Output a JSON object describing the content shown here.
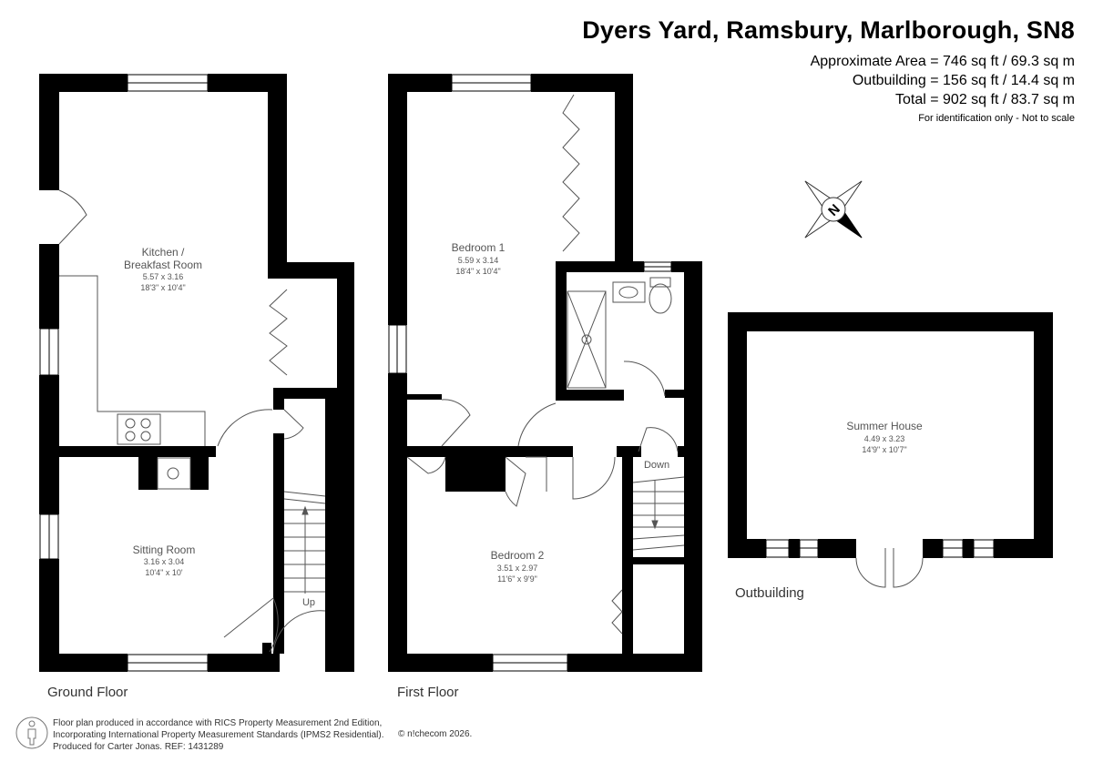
{
  "header": {
    "title": "Dyers Yard, Ramsbury, Marlborough, SN8",
    "area_main": "Approximate Area = 746 sq ft / 69.3 sq m",
    "area_outbuilding": "Outbuilding = 156 sq ft / 14.4 sq m",
    "area_total": "Total = 902 sq ft / 83.7 sq m",
    "note": "For identification only - Not to scale"
  },
  "floors": {
    "ground": "Ground Floor",
    "first": "First Floor",
    "outbuilding": "Outbuilding"
  },
  "rooms": {
    "kitchen": {
      "name1": "Kitchen /",
      "name2": "Breakfast Room",
      "metric": "5.57 x 3.16",
      "imperial": "18'3\" x 10'4\""
    },
    "sitting": {
      "name": "Sitting Room",
      "metric": "3.16 x 3.04",
      "imperial": "10'4\" x 10'"
    },
    "bedroom1": {
      "name": "Bedroom 1",
      "metric": "5.59 x 3.14",
      "imperial": "18'4\" x 10'4\""
    },
    "bedroom2": {
      "name": "Bedroom 2",
      "metric": "3.51 x 2.97",
      "imperial": "11'6\" x 9'9\""
    },
    "summer": {
      "name": "Summer House",
      "metric": "4.49 x 3.23",
      "imperial": "14'9\" x 10'7\""
    }
  },
  "stairs": {
    "up": "Up",
    "down": "Down"
  },
  "compass": {
    "north": "N"
  },
  "footer": {
    "line1": "Floor plan produced in accordance with RICS Property Measurement 2nd Edition,",
    "line2": "Incorporating International Property Measurement Standards (IPMS2 Residential).",
    "line3": "Produced for Carter Jonas.   REF: 1431289",
    "brand": "© n!checom 2026."
  },
  "colors": {
    "wall": "#000000",
    "fixture": "#555555",
    "room_text": "#555555"
  }
}
